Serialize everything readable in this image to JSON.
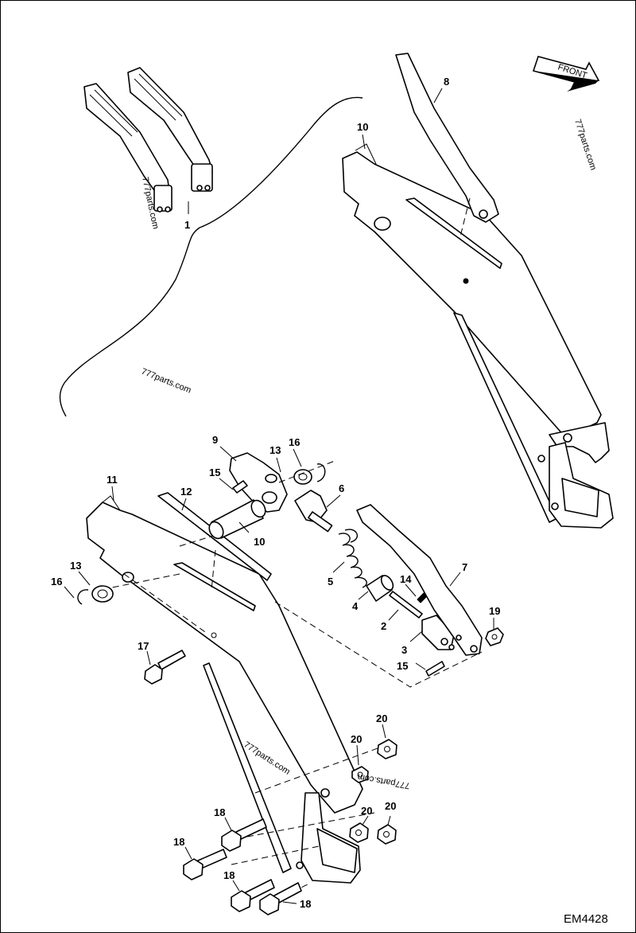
{
  "callouts": {
    "c1": "1",
    "c8": "8",
    "c10a": "10",
    "c9": "9",
    "c13a": "13",
    "c16a": "16",
    "c15a": "15",
    "c6": "6",
    "c11": "11",
    "c12": "12",
    "c10b": "10",
    "c13b": "13",
    "c16b": "16",
    "c5": "5",
    "c14": "14",
    "c7": "7",
    "c4": "4",
    "c19": "19",
    "c2": "2",
    "c3": "3",
    "c15b": "15",
    "c17": "17",
    "c20a": "20",
    "c20b": "20",
    "c20c": "20",
    "c20d": "20",
    "c18a": "18",
    "c18b": "18",
    "c18c": "18",
    "c18d": "18"
  },
  "front_label": "FRONT",
  "watermarks": [
    "777parts.com",
    "777parts.com",
    "777parts.com",
    "777parts.com",
    "777parts.com"
  ],
  "figure_code": "EM4428"
}
